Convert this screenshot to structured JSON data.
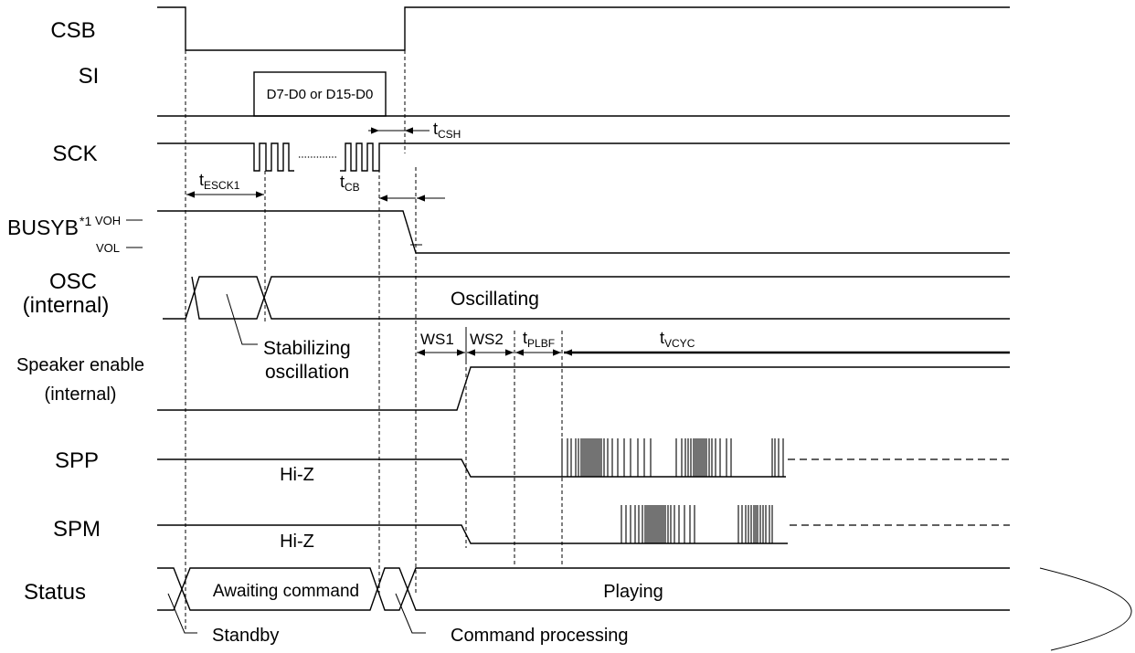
{
  "signals": {
    "csb": "CSB",
    "si": "SI",
    "sck": "SCK",
    "busyb": "BUSYB",
    "busyb_note": "*1",
    "voh": "VOH",
    "vol": "VOL",
    "osc": "OSC",
    "osc_sub": "(internal)",
    "speaker_enable": "Speaker enable",
    "speaker_enable_sub": "(internal)",
    "spp": "SPP",
    "spm": "SPM",
    "status": "Status"
  },
  "si_data": "D7-D0 or D15-D0",
  "timings": {
    "t_csh": {
      "t": "t",
      "sub": "CSH"
    },
    "t_esck1": {
      "t": "t",
      "sub": "ESCK1"
    },
    "t_cb": {
      "t": "t",
      "sub": "CB"
    },
    "ws1": "WS1",
    "ws2": "WS2",
    "t_plbf": {
      "t": "t",
      "sub": "PLBF"
    },
    "t_vcyc": {
      "t": "t",
      "sub": "VCYC"
    }
  },
  "annotations": {
    "oscillating": "Oscillating",
    "stabilizing_line1": "Stabilizing",
    "stabilizing_line2": "oscillation",
    "spp_state": "Hi-Z",
    "spm_state": "Hi-Z"
  },
  "status_states": {
    "awaiting": "Awaiting command",
    "playing": "Playing",
    "standby": "Standby",
    "command_processing": "Command processing"
  }
}
